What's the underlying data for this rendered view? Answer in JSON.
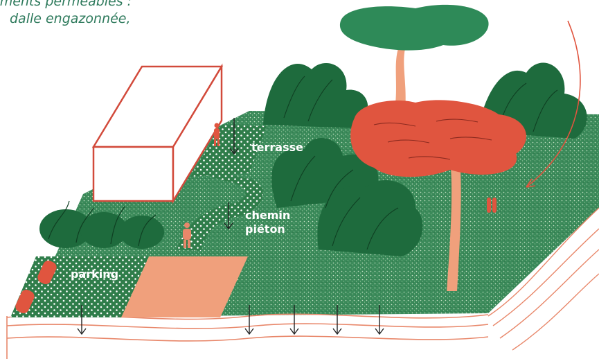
{
  "caption": {
    "line1": "ements perméables :",
    "line2": "dalle engazonnée,"
  },
  "labels": {
    "terrasse": "terrasse",
    "chemin_pieton": "chemin piéton",
    "parking": "parking"
  },
  "colors": {
    "caption_text": "#2e7a5c",
    "lawn": "#3b8a5a",
    "lawn_speckle": "#c9e3c8",
    "dark_green": "#1e6b3d",
    "tree_green": "#2e8a58",
    "red_tree": "#e0553f",
    "salmon": "#f0a07c",
    "outline_red": "#d24a3b",
    "soil_line": "#e8876a",
    "arrow": "#222222"
  },
  "icons": {
    "infiltration_arrow": "arrow-down-icon",
    "person": "pedestrian-icon",
    "car": "car-icon"
  }
}
